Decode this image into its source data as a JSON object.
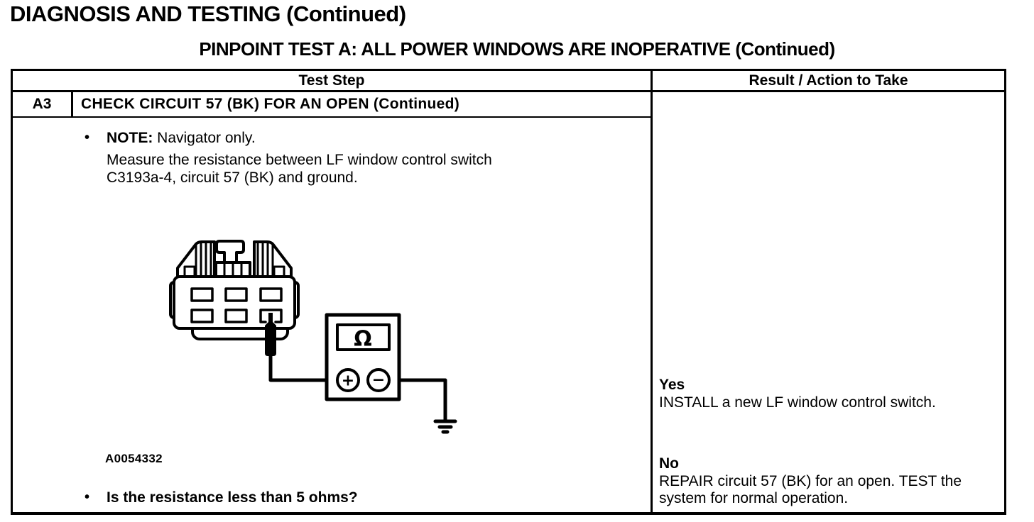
{
  "page": {
    "title": "DIAGNOSIS AND TESTING (Continued)",
    "subtitle": "PINPOINT TEST A: ALL POWER WINDOWS ARE INOPERATIVE (Continued)"
  },
  "table": {
    "headers": {
      "test_step": "Test Step",
      "result": "Result / Action to Take"
    },
    "step": {
      "id": "A3",
      "title": "CHECK CIRCUIT 57 (BK) FOR AN OPEN (Continued)",
      "bullet": "•",
      "note_label": "NOTE:",
      "note_text": "Navigator only.",
      "instruction": "Measure the resistance between LF window control switch C3193a-4, circuit 57 (BK) and ground.",
      "figure_id": "A0054332",
      "question": "Is the resistance less than 5 ohms?"
    },
    "results": {
      "yes_label": "Yes",
      "yes_action": "INSTALL a new LF window control switch.",
      "no_label": "No",
      "no_action": "REPAIR circuit 57 (BK) for an open. TEST the system for normal operation."
    }
  },
  "diagram": {
    "ohm_symbol": "Ω",
    "plus_symbol": "+",
    "minus_symbol": "−"
  },
  "colors": {
    "ink": "#000000",
    "paper": "#ffffff"
  }
}
